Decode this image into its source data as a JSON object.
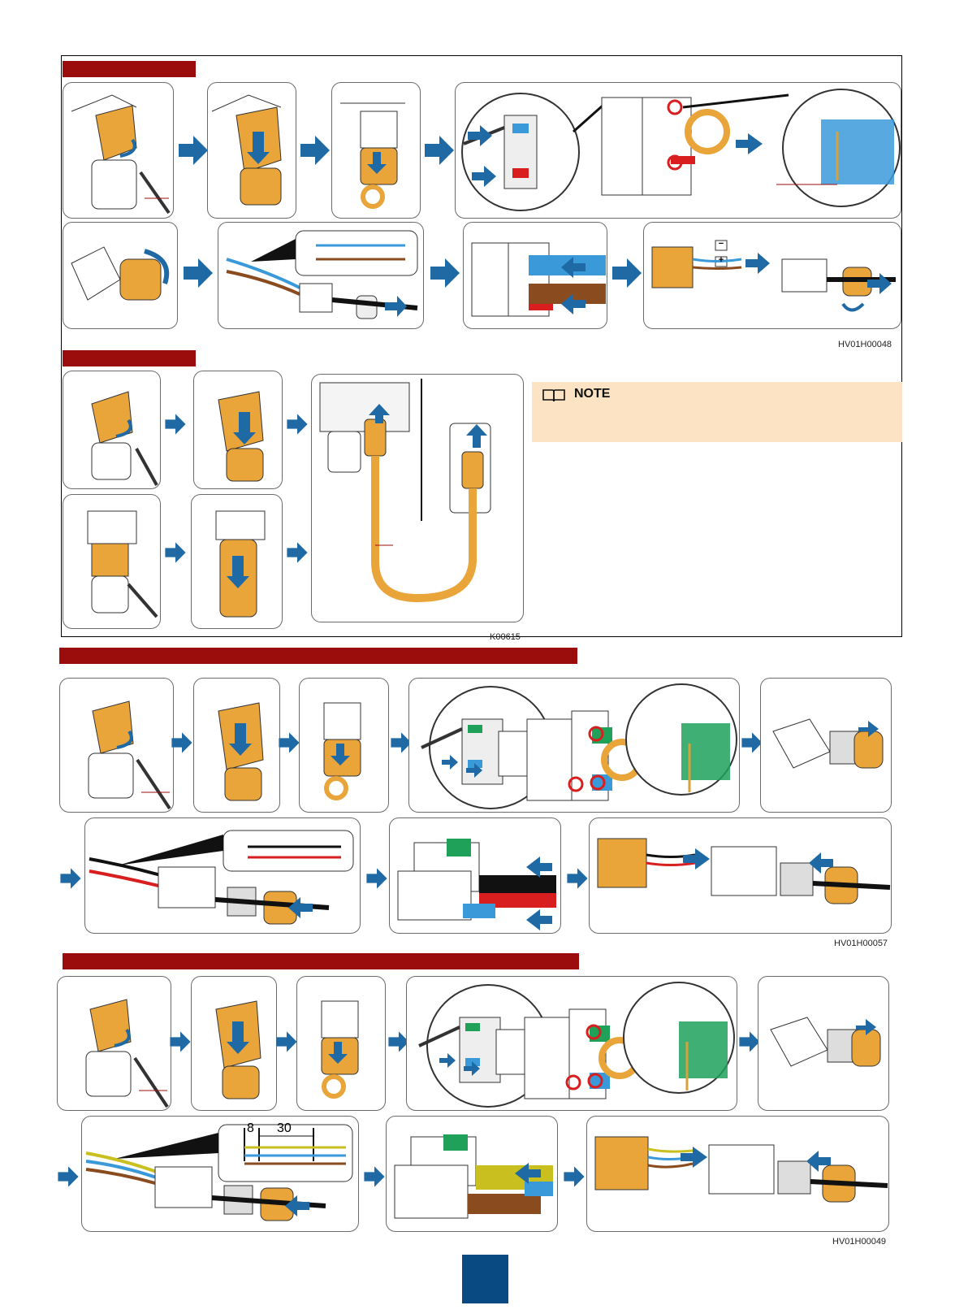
{
  "figure_codes": {
    "section1": "HV01H00048",
    "section2": "K00615",
    "section3": "HV01H00057",
    "section4": "HV01H00049"
  },
  "note": {
    "title": "NOTE",
    "icon": "book-icon"
  },
  "dimensions": {
    "first": "8",
    "second": "30"
  },
  "polarity": {
    "negative": "−",
    "positive": "+"
  },
  "colors": {
    "section_bar": "#9b0c0c",
    "arrow_blue": "#1f6aa5",
    "connector_orange": "#e9a43a",
    "note_bg": "#fbe3c4",
    "page_block": "#0a4a82",
    "wire_blue": "#3a9ad9",
    "wire_brown": "#8a4b1e",
    "wire_red": "#d81e1e",
    "terminal_green": "#1fa15a"
  }
}
